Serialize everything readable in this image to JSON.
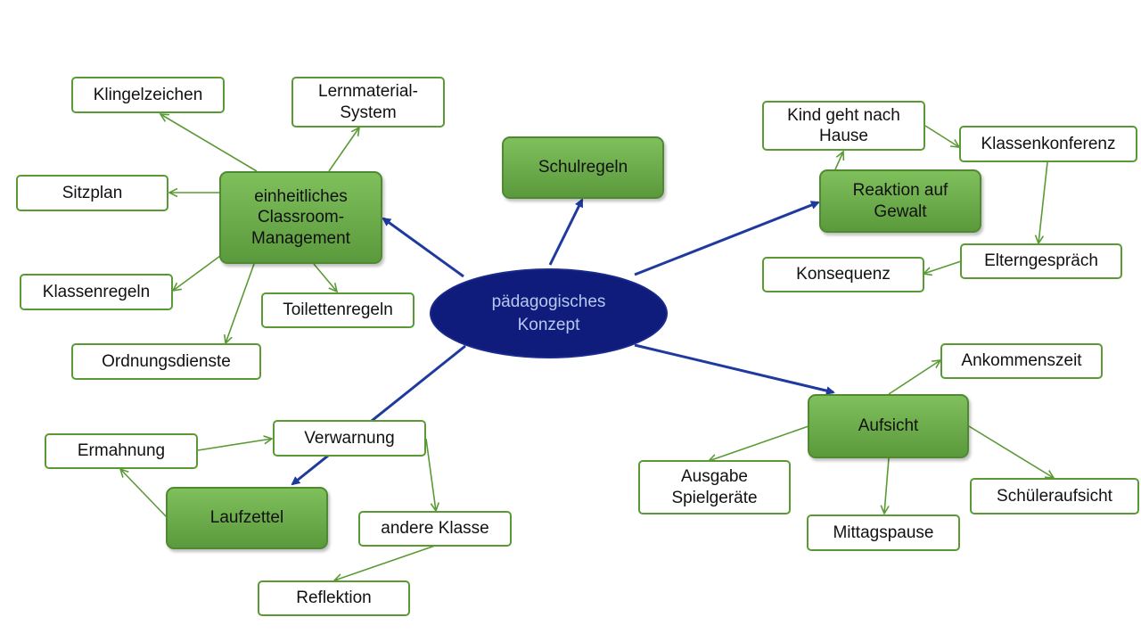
{
  "colors": {
    "center_fill": "#0f1c7c",
    "main_node_fill": "#6aa84f",
    "node_border": "#5a9a35",
    "arrow_blue": "#1f3a9e",
    "arrow_green": "#5a9a35"
  },
  "center": {
    "label": "pädagogisches\nKonzept"
  },
  "main_nodes": {
    "classroom": "einheitliches\nClassroom-\nManagement",
    "schulregeln": "Schulregeln",
    "gewalt": "Reaktion auf\nGewalt",
    "aufsicht": "Aufsicht",
    "laufzettel": "Laufzettel"
  },
  "sub_nodes": {
    "klingelzeichen": "Klingelzeichen",
    "lernmaterial": "Lernmaterial-\nSystem",
    "sitzplan": "Sitzplan",
    "klassenregeln": "Klassenregeln",
    "toilettenregeln": "Toilettenregeln",
    "ordnungsdienste": "Ordnungsdienste",
    "kind": "Kind geht nach\nHause",
    "klassenkonferenz": "Klassenkonferenz",
    "elterngespraech": "Elterngespräch",
    "konsequenz": "Konsequenz",
    "ankommenszeit": "Ankommenszeit",
    "ausgabe": "Ausgabe\nSpielgeräte",
    "mittagspause": "Mittagspause",
    "schueleraufsicht": "Schüleraufsicht",
    "ermahnung": "Ermahnung",
    "verwarnung": "Verwarnung",
    "andere_klasse": "andere Klasse",
    "reflektion": "Reflektion"
  }
}
